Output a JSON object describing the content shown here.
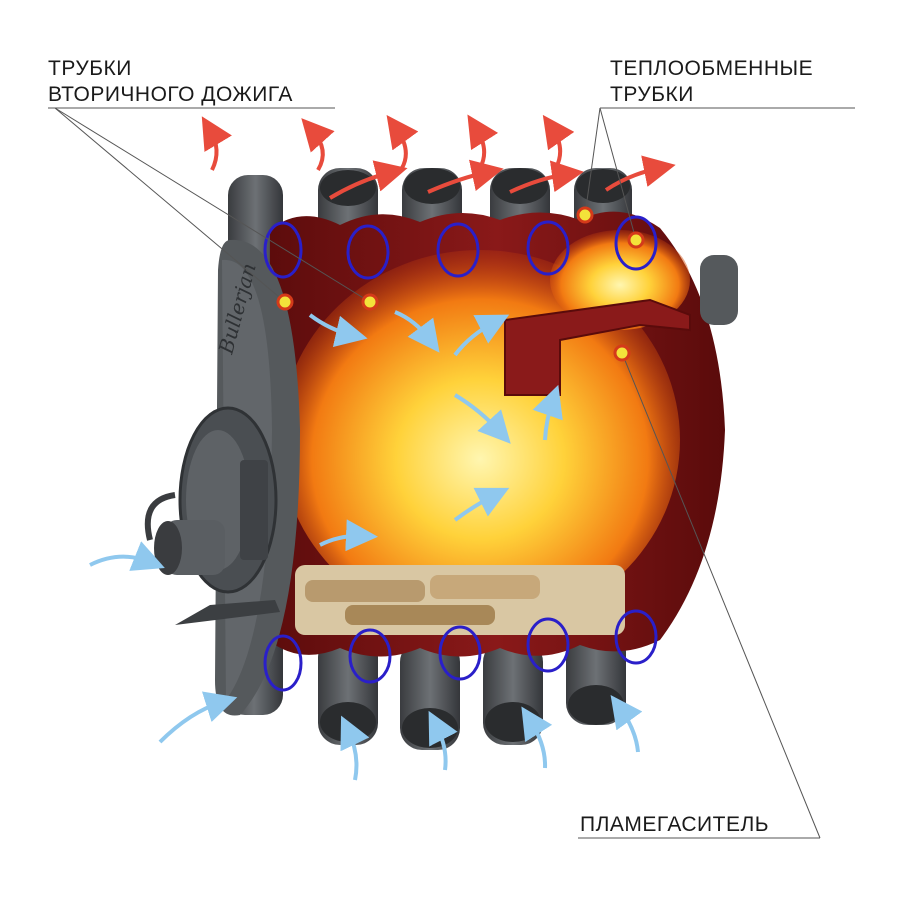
{
  "labels": {
    "secondary_burn_tubes": [
      "ТРУБКИ",
      "ВТОРИЧНОГО ДОЖИГА"
    ],
    "heat_exchange_tubes": [
      "ТЕПЛООБМЕННЫЕ",
      "ТРУБКИ"
    ],
    "flame_arrester": "ПЛАМЕГАСИТЕЛЬ"
  },
  "brand_mark": "Bullerjan",
  "colors": {
    "body_red": "#7a1414",
    "steel": "#4a4d50",
    "steel_light": "#6c7074",
    "cold_air": "#8fc8ee",
    "hot_air": "#e84b3c",
    "ring": "#2a1fc9",
    "marker": "#f3e33a",
    "leader": "#555555"
  },
  "icons": {
    "cold_air_arrow": "cold-air-arrow-icon",
    "hot_air_arrow": "hot-air-arrow-icon",
    "marker": "marker-dot-icon"
  }
}
